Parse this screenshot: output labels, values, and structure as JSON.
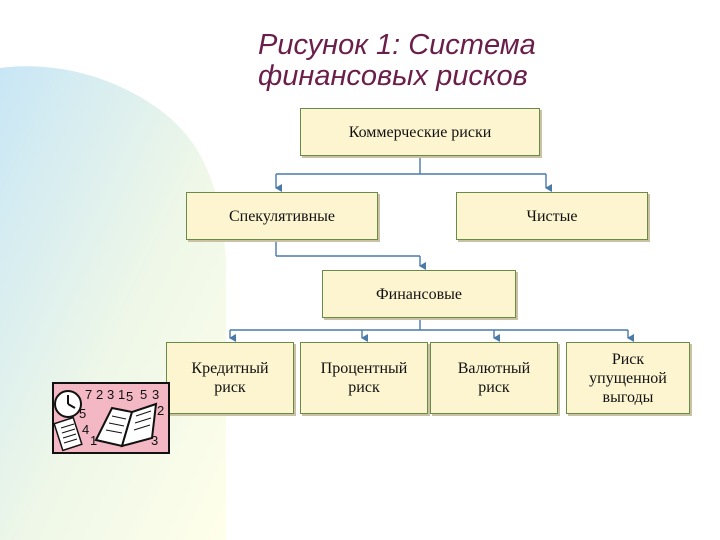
{
  "title": {
    "line1": "Рисунок 1: Система",
    "line2": "финансовых рисков"
  },
  "nodes": {
    "commercial": "Коммерческие риски",
    "speculative": "Спекулятивные",
    "pure": "Чистые",
    "financial": "Финансовые",
    "credit": "Кредитный\nриск",
    "interest": "Процентный\nриск",
    "currency": "Валютный\nриск",
    "opportunity": "Риск\nупущенной\nвыгоды"
  },
  "colors": {
    "title": "#6a1f4a",
    "box_fill": "#fdf5d0",
    "box_border": "#6a8a4a",
    "connector": "#4a7aa8",
    "background_gradient": [
      "#cfe8f5",
      "#ffffe8"
    ]
  },
  "clipart": {
    "icons": [
      "clock-icon",
      "open-book-icon",
      "document-icon",
      "calendar-numbers-icon"
    ],
    "numbers": [
      "7",
      "2",
      "3",
      "1",
      "5",
      "5",
      "3",
      "2",
      "5",
      "4",
      "1",
      "3"
    ]
  }
}
